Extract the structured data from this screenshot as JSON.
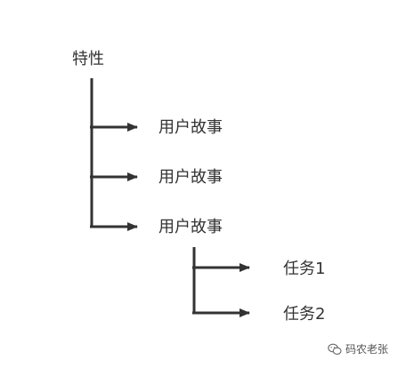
{
  "diagram": {
    "root": {
      "label": "特性"
    },
    "stories": [
      {
        "label": "用户故事"
      },
      {
        "label": "用户故事"
      },
      {
        "label": "用户故事"
      }
    ],
    "tasks": [
      {
        "label": "任务1"
      },
      {
        "label": "任务2"
      }
    ],
    "colors": {
      "line": "#333333",
      "text": "#333333"
    }
  },
  "watermark": {
    "text": "码农老张",
    "icon": "wechat-icon"
  }
}
